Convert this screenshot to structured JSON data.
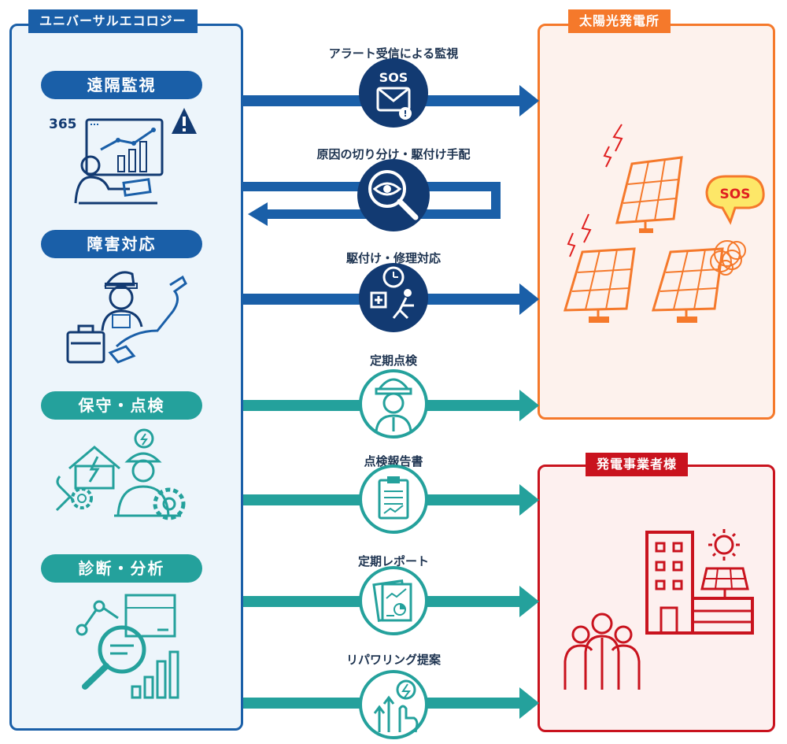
{
  "left_panel": {
    "title": "ユニバーサルエコロジー",
    "sections": [
      {
        "label": "遠隔監視",
        "badge": "365"
      },
      {
        "label": "障害対応"
      },
      {
        "label": "保守・点検"
      },
      {
        "label": "診断・分析"
      }
    ]
  },
  "right_top": {
    "title": "太陽光発電所",
    "bubble": "SOS"
  },
  "right_bottom": {
    "title": "発電事業者様"
  },
  "flows": [
    {
      "label": "アラート受信による監視",
      "icon_text": "SOS"
    },
    {
      "label": "原因の切り分け・駆付け手配"
    },
    {
      "label": "駆付け・修理対応"
    },
    {
      "label": "定期点検"
    },
    {
      "label": "点検報告書"
    },
    {
      "label": "定期レポート"
    },
    {
      "label": "リパワリング提案"
    }
  ],
  "colors": {
    "blue": "#1a5fa8",
    "teal": "#24a19c",
    "orange": "#f5792b",
    "red": "#c9131e",
    "navy": "#123a72"
  }
}
